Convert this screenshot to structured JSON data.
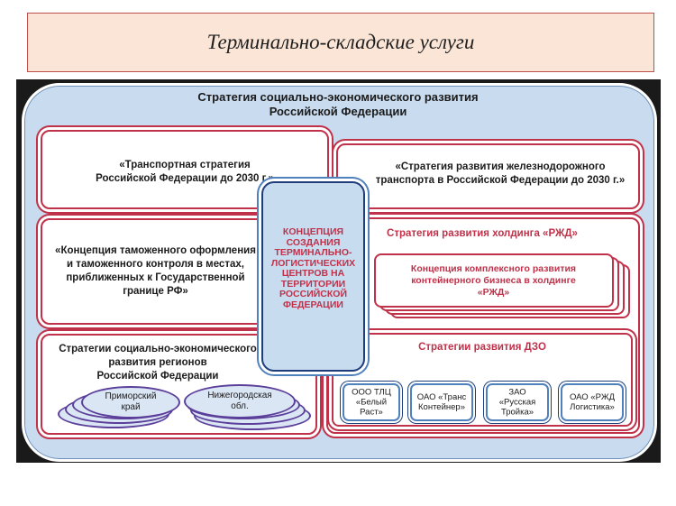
{
  "slide_title": "Терминально-складские услуги",
  "main_title_line1": "Стратегия социально-экономического развития",
  "main_title_line2": "Российской Федерации",
  "transport_strategy": [
    "«Транспортная стратегия",
    "Российской Федерации до 2030 г.»"
  ],
  "rail_strategy": [
    "«Стратегия развития железнодорожного",
    "транспорта в Российской Федерации до 2030 г.»"
  ],
  "customs_concept": [
    "«Концепция таможенного оформления",
    "и таможенного контроля в местах,",
    "приближенных к Государственной",
    "границе РФ»"
  ],
  "regions_strategy": [
    "Стратегии социально-экономического",
    "развития регионов",
    "Российской Федерации"
  ],
  "regions": [
    {
      "name": [
        "Приморский",
        "край"
      ]
    },
    {
      "name": [
        "Нижегородская",
        "обл."
      ]
    }
  ],
  "center_concept": [
    "КОНЦЕПЦИЯ",
    "СОЗДАНИЯ",
    "ТЕРМИНАЛЬНО-",
    "ЛОГИСТИЧЕСКИХ",
    "ЦЕНТРОВ НА",
    "ТЕРРИТОРИИ",
    "РОССИЙСКОЙ",
    "ФЕДЕРАЦИИ"
  ],
  "rzd_holding": "Стратегия развития холдинга «РЖД»",
  "container_concept": [
    "Концепция комплексного развития",
    "контейнерного бизнеса в холдинге",
    "«РЖД»"
  ],
  "dzo_strategy": "Стратегии развития ДЗО",
  "companies": [
    {
      "name": [
        "ООО ТЛЦ",
        "«Белый",
        "Раст»"
      ]
    },
    {
      "name": [
        "ОАО «Транс",
        "Контейнер»"
      ]
    },
    {
      "name": [
        "ЗАО",
        "«Русская",
        "Тройка»"
      ]
    },
    {
      "name": [
        "ОАО «РЖД",
        "Логистика»"
      ]
    }
  ],
  "colors": {
    "accent_red": "#c0314a",
    "navy": "#1f3d7a",
    "panel_blue": "#c9dbef",
    "title_bg": "#fbe5d6"
  }
}
